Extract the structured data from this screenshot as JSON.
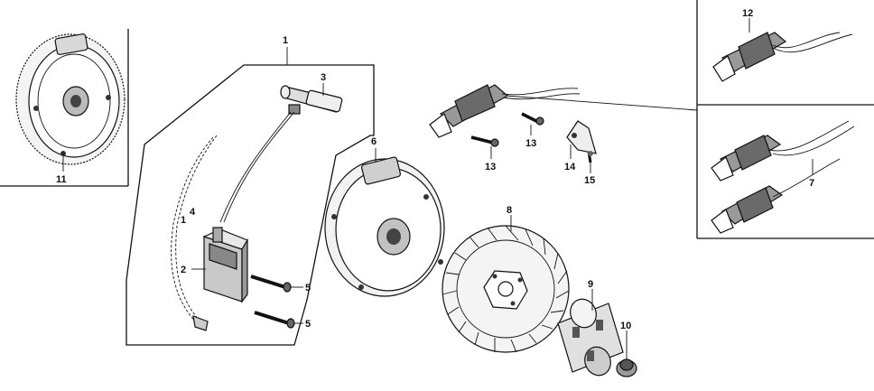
{
  "callouts": {
    "c1_top": "1",
    "c1_side": "1",
    "c2": "2",
    "c3": "3",
    "c4": "4",
    "c5_a": "5",
    "c5_b": "5",
    "c6": "6",
    "c7": "7",
    "c8": "8",
    "c9": "9",
    "c10": "10",
    "c11": "11",
    "c12": "12",
    "c13_a": "13",
    "c13_b": "13",
    "c14": "14",
    "c15": "15"
  },
  "parts": [
    "flywheel-with-ring-gear",
    "ignition-coil-assembly",
    "spark-plug-cap",
    "ignition-wire",
    "bolt",
    "flywheel",
    "charge-coil-set",
    "cooling-fan",
    "starter-pulley",
    "flange-nut",
    "charge-coil-single",
    "screw",
    "wire-clamp"
  ]
}
